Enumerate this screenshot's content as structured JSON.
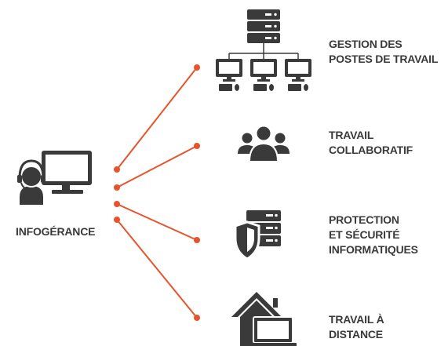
{
  "hub": {
    "label": "INFOGÉRANCE",
    "icon": "support-agent-monitor-icon"
  },
  "branches": [
    {
      "lines": [
        "GESTION DES",
        "POSTES DE TRAVAIL"
      ],
      "icon": "server-network-workstations-icon"
    },
    {
      "lines": [
        "TRAVAIL",
        "COLLABORATIF"
      ],
      "icon": "group-of-people-icon"
    },
    {
      "lines": [
        "PROTECTION",
        "ET SÉCURITÉ",
        "INFORMATIQUES"
      ],
      "icon": "server-shield-icon"
    },
    {
      "lines": [
        "TRAVAIL À",
        "DISTANCE"
      ],
      "icon": "home-laptop-icon"
    }
  ],
  "colors": {
    "connector": "#e8532b",
    "icon": "#3a3a3a",
    "text": "#3a3a3a",
    "background": "#ffffff"
  }
}
